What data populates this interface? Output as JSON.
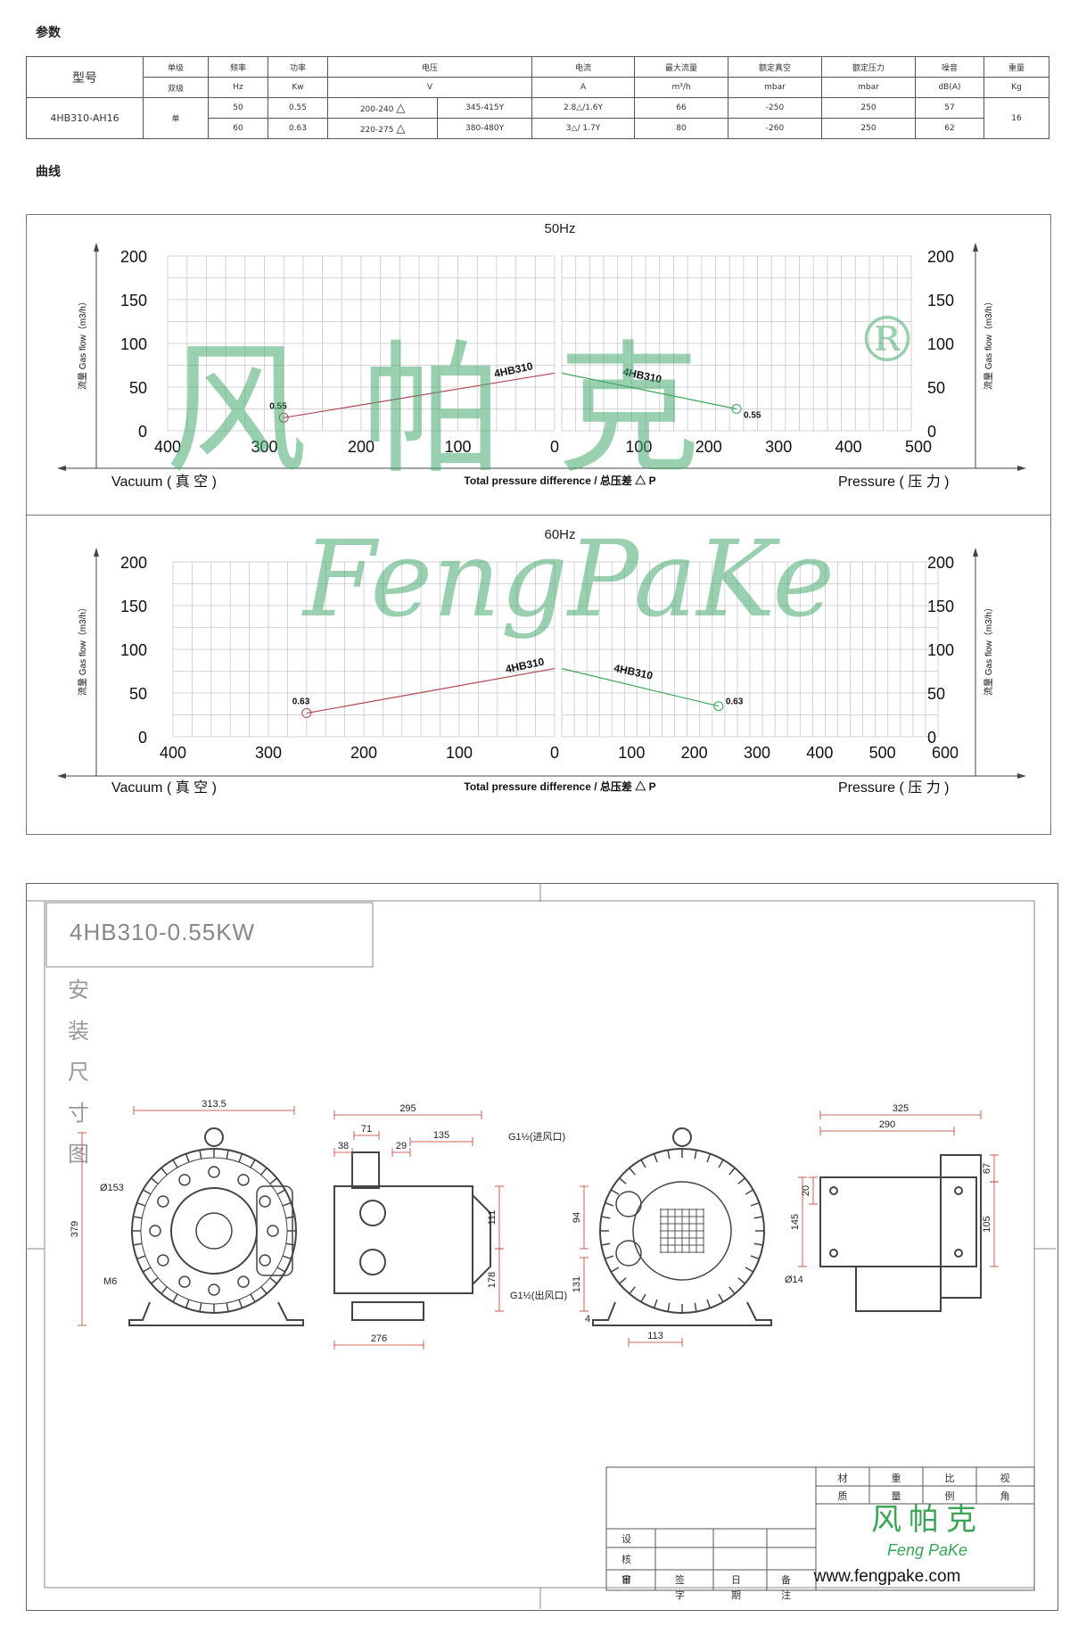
{
  "sections": {
    "params_title": "参数",
    "curve_title": "曲线"
  },
  "spec_table": {
    "header_model": "型号",
    "header_row1": [
      "单级",
      "频率",
      "功率",
      "电压",
      "电流",
      "最大流量",
      "额定真空",
      "额定压力",
      "噪音",
      "重量"
    ],
    "header_row2": [
      "双级",
      "Hz",
      "Kw",
      "V",
      "A",
      "m³/h",
      "mbar",
      "mbar",
      "dB(A)",
      "Kg"
    ],
    "model": "4HB310-AH16",
    "stage": "单",
    "weight": "16",
    "rows": [
      {
        "hz": "50",
        "kw": "0.55",
        "v1": "200-240",
        "v2": "345-415Y",
        "a": "2.8△/1.6Y",
        "flow": "66",
        "vac": "-250",
        "press": "250",
        "noise": "57"
      },
      {
        "hz": "60",
        "kw": "0.63",
        "v1": "220-275",
        "v2": "380-480Y",
        "a": "3△/ 1.7Y",
        "flow": "80",
        "vac": "-260",
        "press": "250",
        "noise": "62"
      }
    ]
  },
  "chart_data": [
    {
      "type": "line",
      "title": "50Hz",
      "xlabel_center": "Total pressure difference / 总压差 △ P",
      "xlabel_left": "Vacuum ( 真 空 )",
      "xlabel_right": "Pressure ( 压 力 )",
      "ylabel": "流量 Gas flow（m3/h）",
      "y_ticks": [
        "200",
        "150",
        "100",
        "50",
        "0"
      ],
      "vacuum_ticks": [
        "400",
        "300",
        "200",
        "100",
        "0"
      ],
      "pressure_ticks": [
        "100",
        "200",
        "300",
        "400",
        "500"
      ],
      "vacuum_range": [
        400,
        0
      ],
      "pressure_range": [
        0,
        500
      ],
      "ylim": [
        0,
        200
      ],
      "grid": true,
      "series": [
        {
          "name": "4HB310",
          "side": "vacuum",
          "color": "#b0484f",
          "end_label": "0.55",
          "points": [
            [
              0,
              66
            ],
            [
              280,
              15
            ]
          ]
        },
        {
          "name": "4HB310",
          "side": "pressure",
          "color": "#3aa655",
          "end_label": "0.55",
          "points": [
            [
              0,
              66
            ],
            [
              250,
              25
            ]
          ]
        }
      ]
    },
    {
      "type": "line",
      "title": "60Hz",
      "xlabel_center": "Total pressure difference / 总压差 △ P",
      "xlabel_left": "Vacuum ( 真 空 )",
      "xlabel_right": "Pressure ( 压 力 )",
      "ylabel": "流量 Gas flow（m3/h）",
      "y_ticks": [
        "200",
        "150",
        "100",
        "50",
        "0"
      ],
      "vacuum_ticks": [
        "400",
        "300",
        "200",
        "100",
        "0"
      ],
      "pressure_ticks": [
        "100",
        "200",
        "300",
        "400",
        "500",
        "600"
      ],
      "vacuum_range": [
        400,
        0
      ],
      "pressure_range": [
        0,
        600
      ],
      "ylim": [
        0,
        200
      ],
      "grid": true,
      "series": [
        {
          "name": "4HB310",
          "side": "vacuum",
          "color": "#b0484f",
          "end_label": "0.63",
          "points": [
            [
              0,
              78
            ],
            [
              260,
              27
            ]
          ]
        },
        {
          "name": "4HB310",
          "side": "pressure",
          "color": "#3aa655",
          "end_label": "0.63",
          "points": [
            [
              0,
              78
            ],
            [
              250,
              35
            ]
          ]
        }
      ]
    }
  ],
  "watermark": {
    "cn": "风帕克",
    "registered": "®",
    "en": "FengPaKe"
  },
  "drawing": {
    "title": "4HB310-0.55KW",
    "subtitle_chars": [
      "安",
      "装",
      "尺",
      "寸",
      "图"
    ],
    "dims_front": [
      "313.5",
      "Ø153",
      "M6",
      "379"
    ],
    "dims_side": [
      "295",
      "71",
      "38",
      "29",
      "135",
      "G1½(进风口)",
      "111",
      "178",
      "G1½(出风口)",
      "276"
    ],
    "dims_back": [
      "94",
      "131",
      "4",
      "113"
    ],
    "dims_bottom": [
      "325",
      "290",
      "67",
      "105",
      "145",
      "20",
      "Ø14"
    ],
    "title_block": {
      "header": [
        "材",
        "重",
        "比",
        "视"
      ],
      "header2": [
        "质",
        "量",
        "例",
        "角"
      ],
      "rows_left": [
        "设",
        "核",
        "审"
      ],
      "footer": [
        "日",
        "签",
        "日",
        "备"
      ],
      "footer2": [
        "",
        "字",
        "期",
        "注"
      ],
      "logo_cn": "风帕克",
      "logo_en": "Feng PaKe",
      "url": "www.fengpake.com"
    }
  }
}
